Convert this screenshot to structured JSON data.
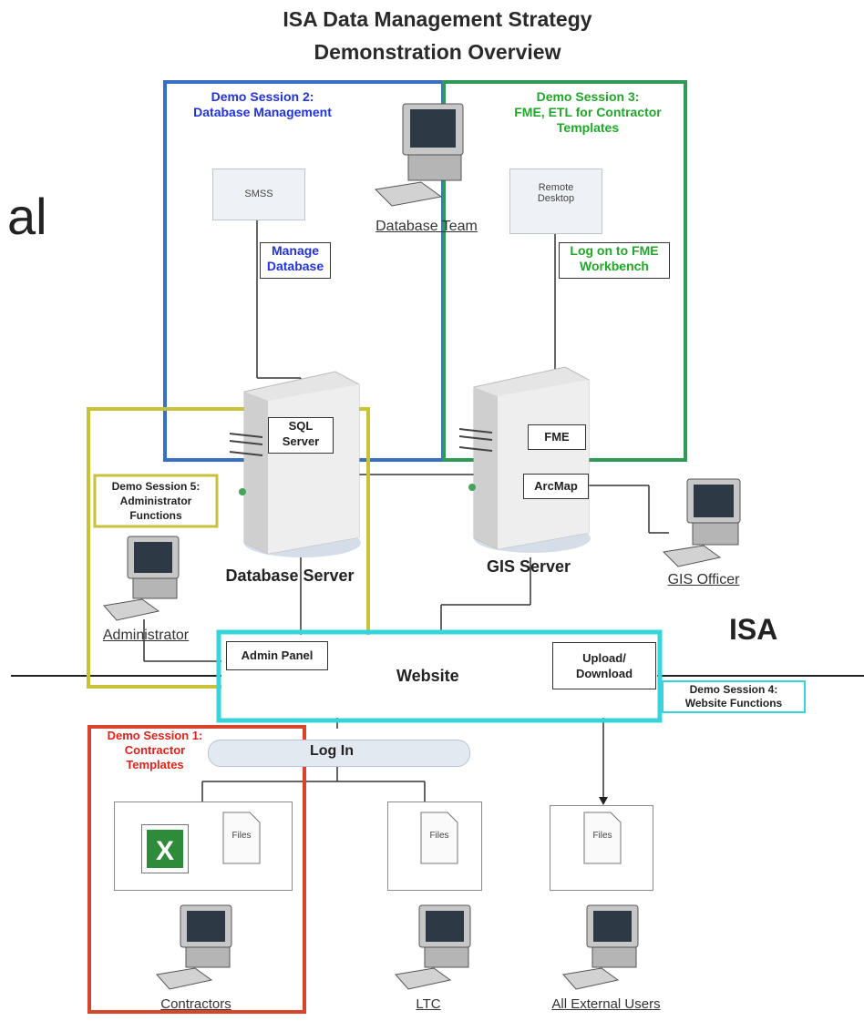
{
  "title": {
    "line1": "ISA Data Management Strategy",
    "line2": "Demonstration Overview"
  },
  "side_fragment": "al",
  "sessions": {
    "s2": {
      "line1": "Demo Session 2:",
      "line2": "Database Management",
      "color": "#3a6ec0"
    },
    "s3": {
      "line1": "Demo Session 3:",
      "line2": "FME, ETL for Contractor",
      "line3": "Templates",
      "color": "#2f9a58"
    },
    "s5": {
      "line1": "Demo Session 5:",
      "line2": "Administrator",
      "line3": "Functions",
      "color": "#c8c23a"
    },
    "s4": {
      "line1": "Demo Session 4:",
      "line2": "Website Functions",
      "color": "#37d4dc"
    },
    "s1": {
      "line1": "Demo Session 1:",
      "line2": "Contractor",
      "line3": "Templates",
      "color": "#d9442c"
    }
  },
  "docs": {
    "smss": "SMSS",
    "remote_line1": "Remote",
    "remote_line2": "Desktop"
  },
  "actions": {
    "manage_line1": "Manage",
    "manage_line2": "Database",
    "logon_line1": "Log on to FME",
    "logon_line2": "Workbench"
  },
  "servers": {
    "sql_line1": "SQL",
    "sql_line2": "Server",
    "fme": "FME",
    "arcmap": "ArcMap",
    "database_server": "Database Server",
    "gis_server": "GIS Server"
  },
  "users": {
    "database_team": "Database Team",
    "gis_officer": "GIS Officer",
    "administrator": "Administrator",
    "contractors": "Contractors",
    "ltc": "LTC",
    "all_external": "All External Users"
  },
  "website": {
    "label": "Website",
    "admin_panel": "Admin Panel",
    "upload_line1": "Upload/",
    "upload_line2": "Download",
    "login": "Log In"
  },
  "isa_label": "ISA",
  "files_label": "Files"
}
